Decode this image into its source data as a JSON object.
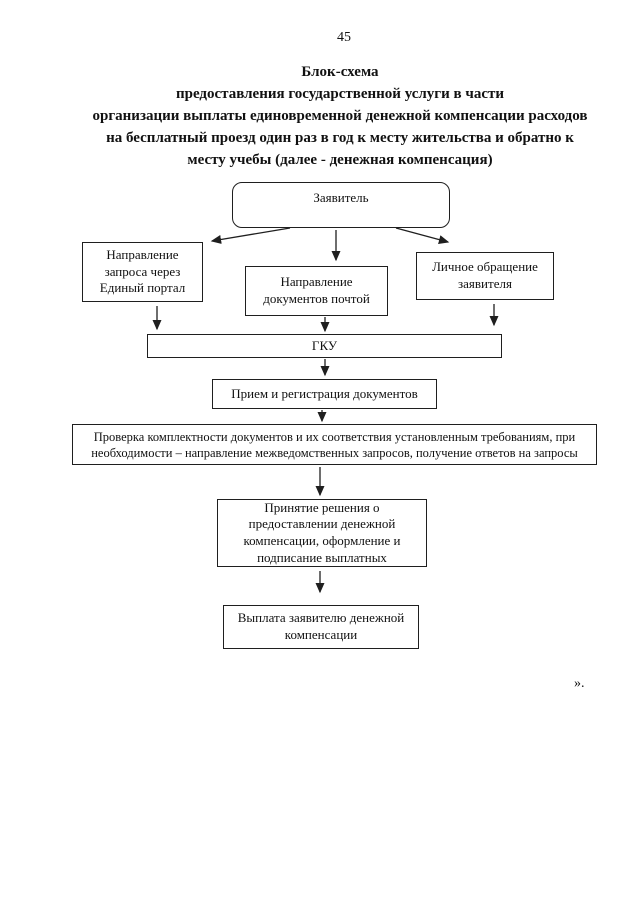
{
  "page": {
    "number": "45",
    "closing_mark": "»."
  },
  "title": {
    "lines": [
      "Блок-схема",
      "предоставления государственной услуги в части",
      "организации выплаты единовременной денежной компенсации расходов",
      "на бесплатный проезд один раз в год к месту жительства и обратно к",
      "месту учебы (далее - денежная компенсация)"
    ]
  },
  "flowchart": {
    "nodes": {
      "applicant": {
        "label": "Заявитель"
      },
      "portal": {
        "lines": [
          "Направление",
          "запроса через",
          "Единый портал"
        ]
      },
      "mail": {
        "lines": [
          "Направление",
          "документов почтой"
        ]
      },
      "personal": {
        "lines": [
          "Личное обращение",
          "заявителя"
        ]
      },
      "gku": {
        "label": "ГКУ"
      },
      "reception": {
        "label": "Прием и регистрация документов"
      },
      "check": {
        "lines": [
          "Проверка комплектности документов и их соответствия установленным требованиям, при",
          "необходимости – направление межведомственных запросов, получение ответов на запросы"
        ]
      },
      "decision": {
        "lines": [
          "Принятие решения о",
          "предоставлении денежной",
          "компенсации, оформление и",
          "подписание выплатных"
        ]
      },
      "payment": {
        "lines": [
          "Выплата заявителю денежной",
          "компенсации"
        ]
      }
    },
    "colors": {
      "line": "#1f1f1f",
      "text": "#111111",
      "box_background": "#ffffff"
    }
  }
}
